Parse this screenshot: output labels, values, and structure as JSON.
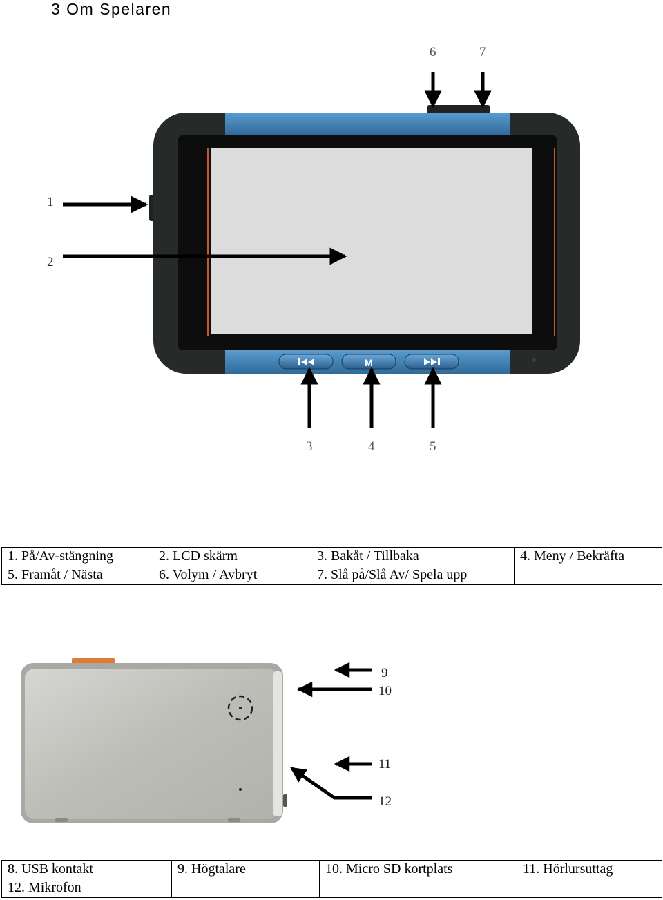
{
  "heading": "3 Om Spelaren",
  "front_view": {
    "callouts": [
      "1",
      "2",
      "3",
      "4",
      "5",
      "6",
      "7"
    ],
    "buttons": {
      "menu_label": "M",
      "back_icon": "skip-back-icon",
      "forward_icon": "skip-forward-icon"
    },
    "colors": {
      "body": "#262a28",
      "accent": "#3e7fb3",
      "screen": "#dcdcdc"
    }
  },
  "front_legend": [
    [
      "1. På/Av-stängning",
      "2. LCD skärm",
      "3. Bakåt / Tillbaka",
      "4. Meny / Bekräfta"
    ],
    [
      "5. Framåt / Nästa",
      "6. Volym / Avbryt",
      "7. Slå på/Slå Av/ Spela upp",
      ""
    ]
  ],
  "back_view": {
    "callouts": [
      "9",
      "10",
      "11",
      "12"
    ],
    "colors": {
      "body": "#c2c2bd",
      "usb_tab": "#e07a36"
    }
  },
  "back_legend": [
    [
      "8. USB kontakt",
      "9. Högtalare",
      "10. Micro SD kortplats",
      "11. Hörlursuttag"
    ],
    [
      "12. Mikrofon",
      "",
      "",
      ""
    ]
  ]
}
